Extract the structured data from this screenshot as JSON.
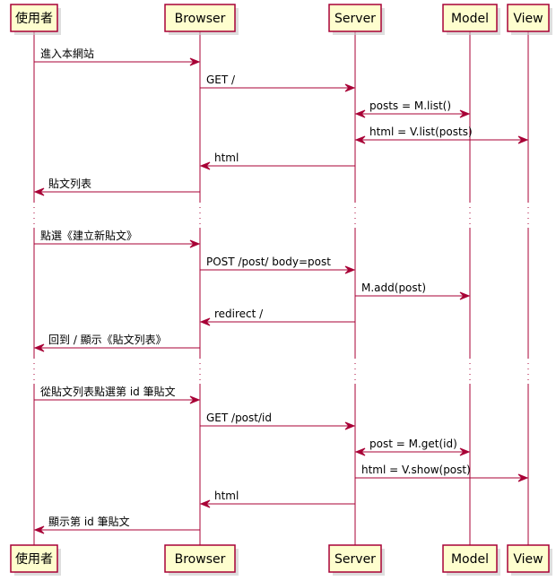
{
  "diagram": {
    "type": "sequence",
    "colors": {
      "line": "#A80036",
      "participant_fill": "#FEFECE",
      "participant_border": "#A80036",
      "text": "#000000"
    },
    "participants": [
      {
        "id": "user",
        "label": "使用者"
      },
      {
        "id": "browser",
        "label": "Browser"
      },
      {
        "id": "server",
        "label": "Server"
      },
      {
        "id": "model",
        "label": "Model"
      },
      {
        "id": "view",
        "label": "View"
      }
    ],
    "steps": [
      {
        "kind": "message",
        "from": "user",
        "to": "browser",
        "label": "進入本網站",
        "bidirectional": false
      },
      {
        "kind": "message",
        "from": "browser",
        "to": "server",
        "label": "GET /",
        "bidirectional": false
      },
      {
        "kind": "message",
        "from": "server",
        "to": "model",
        "label": "posts = M.list()",
        "bidirectional": true
      },
      {
        "kind": "message",
        "from": "server",
        "to": "view",
        "label": "html = V.list(posts)",
        "bidirectional": true
      },
      {
        "kind": "message",
        "from": "server",
        "to": "browser",
        "label": "html",
        "bidirectional": false
      },
      {
        "kind": "message",
        "from": "browser",
        "to": "user",
        "label": "貼文列表",
        "bidirectional": false
      },
      {
        "kind": "delay"
      },
      {
        "kind": "message",
        "from": "user",
        "to": "browser",
        "label": "點選《建立新貼文》",
        "bidirectional": false
      },
      {
        "kind": "message",
        "from": "browser",
        "to": "server",
        "label": "POST /post/ body=post",
        "bidirectional": false
      },
      {
        "kind": "message",
        "from": "server",
        "to": "model",
        "label": "M.add(post)",
        "bidirectional": false
      },
      {
        "kind": "message",
        "from": "server",
        "to": "browser",
        "label": "redirect /",
        "bidirectional": false
      },
      {
        "kind": "message",
        "from": "browser",
        "to": "user",
        "label": "回到 / 顯示《貼文列表》",
        "bidirectional": false
      },
      {
        "kind": "delay"
      },
      {
        "kind": "message",
        "from": "user",
        "to": "browser",
        "label": "從貼文列表點選第 id 筆貼文",
        "bidirectional": false
      },
      {
        "kind": "message",
        "from": "browser",
        "to": "server",
        "label": "GET /post/id",
        "bidirectional": false
      },
      {
        "kind": "message",
        "from": "server",
        "to": "model",
        "label": "post = M.get(id)",
        "bidirectional": true
      },
      {
        "kind": "message",
        "from": "server",
        "to": "view",
        "label": "html = V.show(post)",
        "bidirectional": false
      },
      {
        "kind": "message",
        "from": "server",
        "to": "browser",
        "label": "html",
        "bidirectional": false
      },
      {
        "kind": "message",
        "from": "browser",
        "to": "user",
        "label": "顯示第 id 筆貼文",
        "bidirectional": false
      }
    ]
  }
}
